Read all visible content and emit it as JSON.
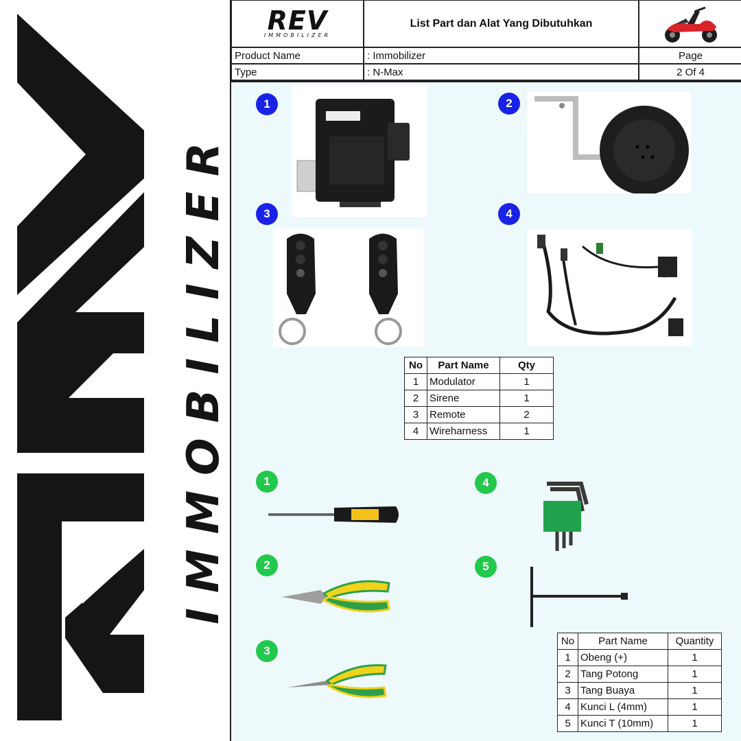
{
  "brand": {
    "word": "REV",
    "sub": "IMMOBILIZER",
    "side_word": "IMMOBILIZER"
  },
  "header": {
    "title": "List Part dan Alat Yang Dibutuhkan",
    "product_label": "Product Name",
    "product_value": ": Immobilizer",
    "type_label": "Type",
    "type_value": ": N-Max",
    "page_label": "Page",
    "page_value": "2 Of 4"
  },
  "parts_badges": [
    "1",
    "2",
    "3",
    "4"
  ],
  "parts_table": {
    "headers": [
      "No",
      "Part Name",
      "Qty"
    ],
    "rows": [
      [
        "1",
        "Modulator",
        "1"
      ],
      [
        "2",
        "Sirene",
        "1"
      ],
      [
        "3",
        "Remote",
        "2"
      ],
      [
        "4",
        "Wireharness",
        "1"
      ]
    ]
  },
  "tool_badges": [
    "1",
    "2",
    "3",
    "4",
    "5"
  ],
  "tools_table": {
    "headers": [
      "No",
      "Part Name",
      "Quantity"
    ],
    "rows": [
      [
        "1",
        "Obeng (+)",
        "1"
      ],
      [
        "2",
        "Tang Potong",
        "1"
      ],
      [
        "3",
        "Tang Buaya",
        "1"
      ],
      [
        "4",
        "Kunci L (4mm)",
        "1"
      ],
      [
        "5",
        "Kunci T (10mm)",
        "1"
      ]
    ]
  },
  "colors": {
    "parts_badge": "#1a22e6",
    "tools_badge": "#22c94c",
    "sheet": "#eef9fb"
  }
}
